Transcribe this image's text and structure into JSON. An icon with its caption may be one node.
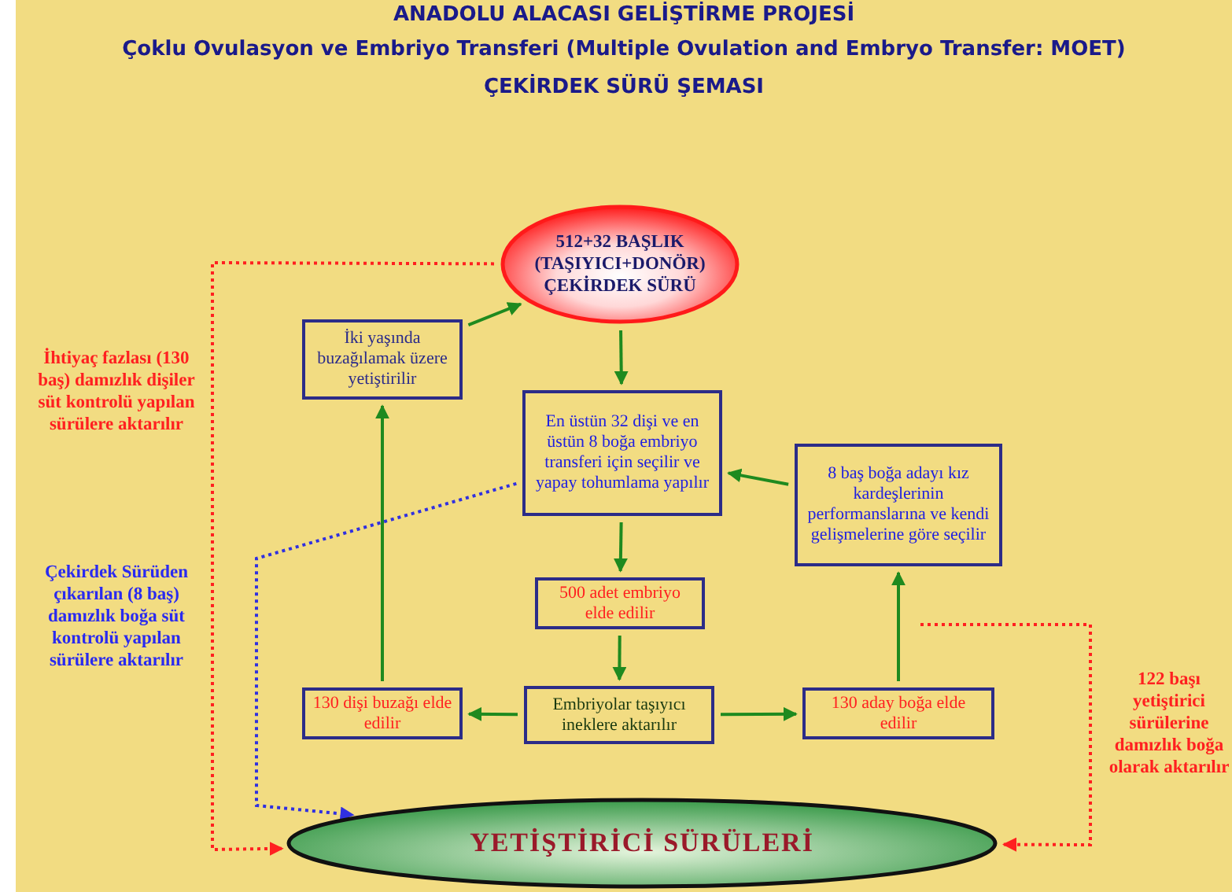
{
  "diagram": {
    "title": "ANADOLU ALACASI GELİŞTİRME PROJESİ",
    "nodes": [
      {
        "text": [
          "512+32 BAŞLIK (TAŞIYICI+DONÖR) ÇEKİRDEK SÜRÜ"
        ]
      },
      {
        "text": [
          "İki yaşında buzağılamak üzere yetiştirilir"
        ]
      },
      {
        "text": [
          "En üstün 32 dişi ve en üstün 8 boğa embriyo transferi için seçilir ve yapay tohumlama yapılır"
        ]
      },
      {
        "text": [
          "8 baş boğa adayı kız kardeşlerinin performanslarına ve kendi gelişmelerine göre seçilir"
        ]
      },
      {
        "text": [
          "500 adet embriyo elde edilir"
        ]
      },
      {
        "text": [
          "130 dişi buzağı elde edilir"
        ]
      },
      {
        "text": [
          "Embriyolar taşıyıcı ineklere aktarılır"
        ]
      },
      {
        "text": [
          "130 aday boğa elde edilir"
        ]
      },
      {
        "text": [
          "YETİŞTİRİCİ SÜRÜLERİ"
        ]
      },
      {
        "text": [
          "İhtiyaç fazlası (130 baş) damızlık dişiler süt kontrolü yapılan sürülere aktarılır"
        ]
      },
      {
        "text": [
          "Çekirdek Sürüden çıkarılan (8 baş) damızlık boğa süt kontrolü yapılan sürülere aktarılır"
        ]
      },
      {
        "text": [
          "122 başı yetiştirici sürülerine damızlık boğa olarak aktarılır"
        ]
      }
    ],
    "edges": [
      {
        "from": 0,
        "to": 2,
        "arrow": "to"
      },
      {
        "from": 2,
        "to": 4,
        "arrow": "to"
      },
      {
        "from": 4,
        "to": 6,
        "arrow": "to"
      },
      {
        "from": 6,
        "to": 5,
        "arrow": "to"
      },
      {
        "from": 6,
        "to": 7,
        "arrow": "to"
      },
      {
        "from": 5,
        "to": 1,
        "arrow": "to"
      },
      {
        "from": 1,
        "to": 0,
        "arrow": "to"
      },
      {
        "from": 7,
        "to": 3,
        "arrow": "to"
      },
      {
        "from": 3,
        "to": 2,
        "arrow": "to"
      },
      {
        "from": 0,
        "to": 8,
        "arrow": "to",
        "style": "dashed",
        "color": "#ff2020"
      },
      {
        "from": 2,
        "to": 8,
        "arrow": "to",
        "style": "dashed",
        "color": "#3030e0"
      },
      {
        "from": null,
        "to": 8,
        "arrow": "to",
        "style": "dashed",
        "color": "#ff2020"
      }
    ],
    "labels": [
      "Çoklu Ovulasyon ve Embriyo Transferi (Multiple Ovulation and Embryo Transfer: MOET)",
      "ÇEKİRDEK SÜRÜ ŞEMASI"
    ]
  }
}
